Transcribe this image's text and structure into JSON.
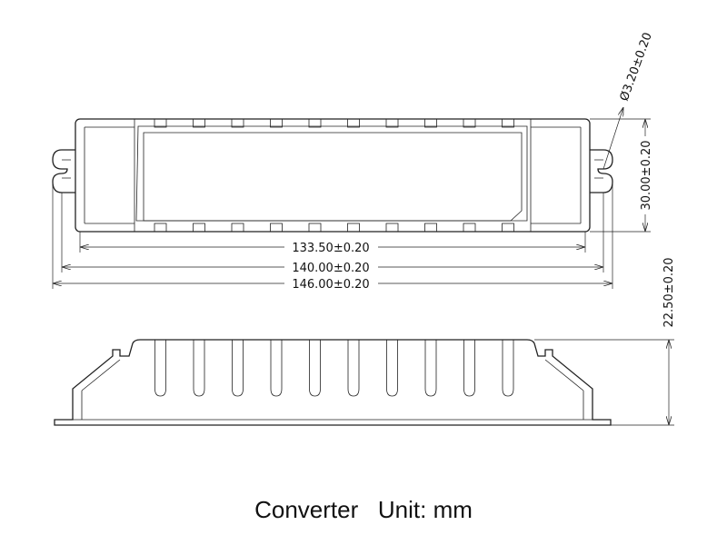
{
  "dimensions": {
    "inner_length": "133.50±0.20",
    "mid_length": "140.00±0.20",
    "overall_length": "146.00±0.20",
    "width": "30.00±0.20",
    "height": "22.50±0.20",
    "hole_diameter": "Ø3.20±0.20"
  },
  "caption": {
    "title": "Converter",
    "unit": "Unit: mm"
  },
  "colors": {
    "line": "#222222",
    "background": "#ffffff"
  }
}
